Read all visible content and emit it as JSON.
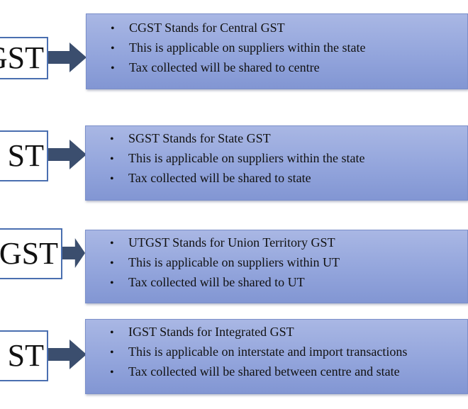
{
  "rows": [
    {
      "label": "GST",
      "bullets": [
        "CGST Stands for Central GST",
        "This is applicable on suppliers within the state",
        "Tax collected will be shared to centre"
      ]
    },
    {
      "label": "ST",
      "bullets": [
        "SGST Stands for State GST",
        "This is applicable on suppliers within the state",
        "Tax collected will be shared to state"
      ]
    },
    {
      "label": "GST",
      "bullets": [
        "UTGST Stands for Union Territory GST",
        "This is applicable on suppliers within UT",
        "Tax collected will be shared to UT"
      ]
    },
    {
      "label": "ST",
      "bullets": [
        "IGST Stands for Integrated GST",
        "This is applicable on interstate and import transactions",
        "Tax collected will be shared between centre and state"
      ]
    }
  ],
  "bullet_symbol": "•",
  "colors": {
    "label_border": "#4a6fb0",
    "arrow": "#3b4e6e",
    "box_fill": "#9aaade",
    "box_border": "#7b8fc9"
  }
}
